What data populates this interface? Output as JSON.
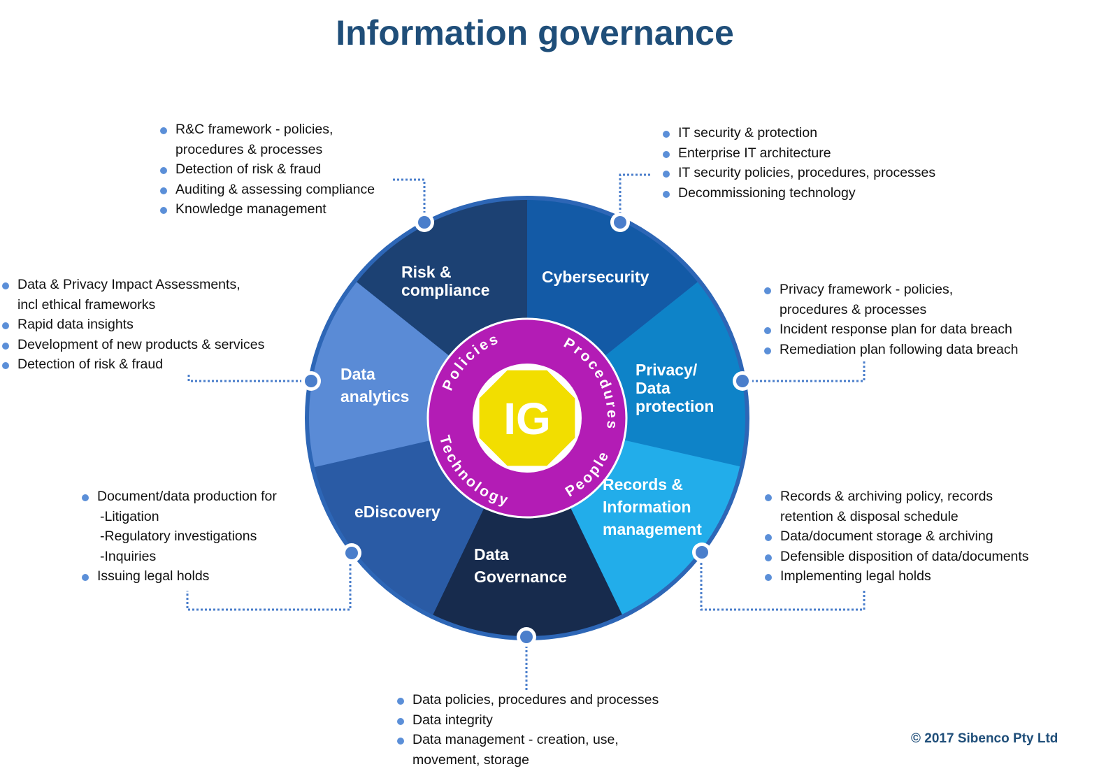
{
  "title": "Information governance",
  "colors": {
    "title": "#1f4e79",
    "risk": "#1c4173",
    "cyber": "#135aa6",
    "privacy": "#0e83c8",
    "records": "#22adea",
    "governance": "#172b4d",
    "ediscovery": "#2a5ba5",
    "analytics": "#5a8bd6",
    "ring": "#b31cb5",
    "octagon": "#f2de00",
    "bullet": "#5b8fd8"
  },
  "center": {
    "label": "IG",
    "ring_words": [
      "Policies",
      "Procedures",
      "People",
      "Technology"
    ]
  },
  "segments": {
    "risk": [
      "Risk &",
      "compliance"
    ],
    "cyber": [
      "Cybersecurity"
    ],
    "privacy": [
      "Privacy/",
      "Data",
      "protection"
    ],
    "records": [
      "Records &",
      "Information",
      "management"
    ],
    "governance": [
      "Data",
      "Governance"
    ],
    "ediscovery": [
      "eDiscovery"
    ],
    "analytics": [
      "Data",
      "analytics"
    ]
  },
  "lists": {
    "risk": [
      {
        "text": "R&C framework - policies,",
        "bullet": true
      },
      {
        "text": "procedures & processes",
        "bullet": false
      },
      {
        "text": "Detection of risk & fraud",
        "bullet": true
      },
      {
        "text": "Auditing & assessing compliance",
        "bullet": true
      },
      {
        "text": "Knowledge management",
        "bullet": true
      }
    ],
    "cyber": [
      {
        "text": "IT security & protection",
        "bullet": true
      },
      {
        "text": "Enterprise IT architecture",
        "bullet": true
      },
      {
        "text": "IT security policies, procedures, processes",
        "bullet": true
      },
      {
        "text": "Decommissioning technology",
        "bullet": true
      }
    ],
    "analytics": [
      {
        "text": "Data & Privacy Impact Assessments,",
        "bullet": true
      },
      {
        "text": "incl ethical frameworks",
        "bullet": false
      },
      {
        "text": "Rapid data insights",
        "bullet": true
      },
      {
        "text": "Development of new products & services",
        "bullet": true
      },
      {
        "text": "Detection of risk & fraud",
        "bullet": true
      }
    ],
    "privacy": [
      {
        "text": "Privacy framework - policies,",
        "bullet": true
      },
      {
        "text": "procedures & processes",
        "bullet": false
      },
      {
        "text": "Incident response plan for data breach",
        "bullet": true
      },
      {
        "text": "Remediation plan following data breach",
        "bullet": true
      }
    ],
    "ediscovery": [
      {
        "text": "Document/data production for",
        "bullet": true
      },
      {
        "text": "-Litigation",
        "bullet": false,
        "sub": true
      },
      {
        "text": "-Regulatory investigations",
        "bullet": false,
        "sub": true
      },
      {
        "text": "-Inquiries",
        "bullet": false,
        "sub": true
      },
      {
        "text": "Issuing legal holds",
        "bullet": true
      }
    ],
    "records": [
      {
        "text": "Records & archiving policy, records",
        "bullet": true
      },
      {
        "text": "retention & disposal schedule",
        "bullet": false
      },
      {
        "text": "Data/document storage & archiving",
        "bullet": true
      },
      {
        "text": "Defensible disposition of data/documents",
        "bullet": true
      },
      {
        "text": "Implementing legal holds",
        "bullet": true
      }
    ],
    "governance": [
      {
        "text": "Data policies, procedures and processes",
        "bullet": true
      },
      {
        "text": "Data integrity",
        "bullet": true
      },
      {
        "text": "Data management - creation, use,",
        "bullet": true
      },
      {
        "text": "movement, storage",
        "bullet": false
      }
    ]
  },
  "copyright": "© 2017 Sibenco Pty Ltd"
}
